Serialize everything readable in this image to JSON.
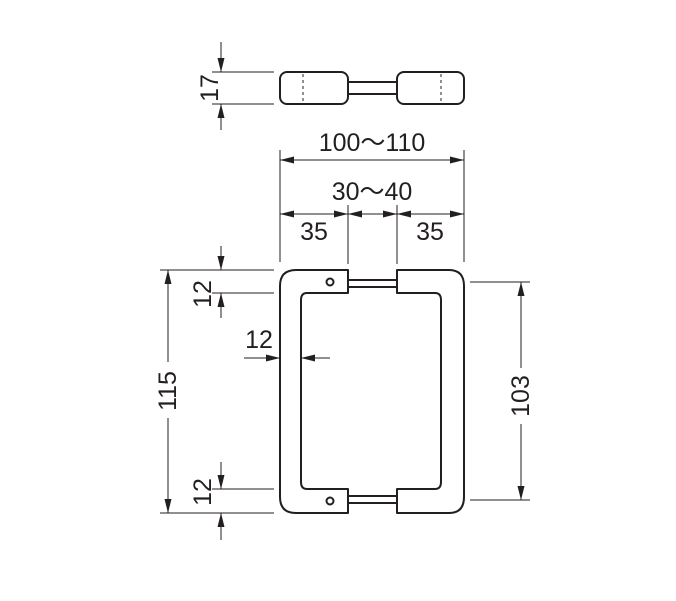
{
  "dimensions": {
    "top_height": "17",
    "overall_width": "100～110",
    "inner_width": "30～40",
    "left_part": "35",
    "right_part": "35",
    "top_thickness": "12",
    "side_thickness": "12",
    "overall_height": "115",
    "bottom_thickness": "12",
    "inner_height": "103"
  }
}
